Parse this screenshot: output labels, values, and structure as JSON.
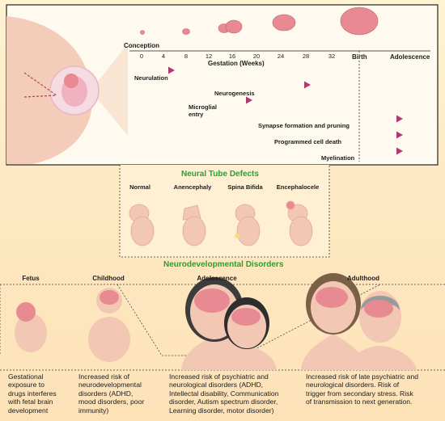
{
  "timeline": {
    "conception_label": "Conception",
    "axis_label": "Gestation (Weeks)",
    "ticks": [
      "0",
      "4",
      "8",
      "12",
      "16",
      "20",
      "24",
      "28",
      "32"
    ],
    "birth_label": "Birth",
    "adolescence_label": "Adolescence",
    "processes": [
      {
        "label": "Neurulation"
      },
      {
        "label": "Neurogenesis"
      },
      {
        "label": "Microglial\nentry"
      },
      {
        "label": "Synapse formation and pruning"
      },
      {
        "label": "Programmed cell death"
      },
      {
        "label": "Myelination"
      }
    ]
  },
  "neural_tube": {
    "title": "Neural Tube Defects",
    "types": [
      "Normal",
      "Anencephaly",
      "Spina Bifida",
      "Encephalocele"
    ]
  },
  "neurodev": {
    "title": "Neurodevelopmental Disorders",
    "stages": [
      {
        "name": "Fetus",
        "desc": "Gestational\nexposure to\ndrugs interferes\nwith fetal brain\ndevelopment"
      },
      {
        "name": "Childhood",
        "desc": "Increased risk of\nneurodevelopmental\ndisorders (ADHD,\nmood disorders, poor\nimmunity)"
      },
      {
        "name": "Adolescence",
        "desc": "Increased risk of psychiatric and\nneurological disorders (ADHD,\nIntellectal disability, Communication\ndisorder, Autism spectrum disorder,\nLearning disorder, motor disorder)"
      },
      {
        "name": "Adulthood",
        "desc": "Increased risk of late psychiatric and\nneurological disorders. Risk of\ntrigger from secondary stress. Risk\nof transmission to next generation."
      }
    ]
  },
  "colors": {
    "arrow": "#b03a6a",
    "brain": "#e88a92",
    "skin": "#f2c7b4",
    "green": "#27a12f"
  }
}
